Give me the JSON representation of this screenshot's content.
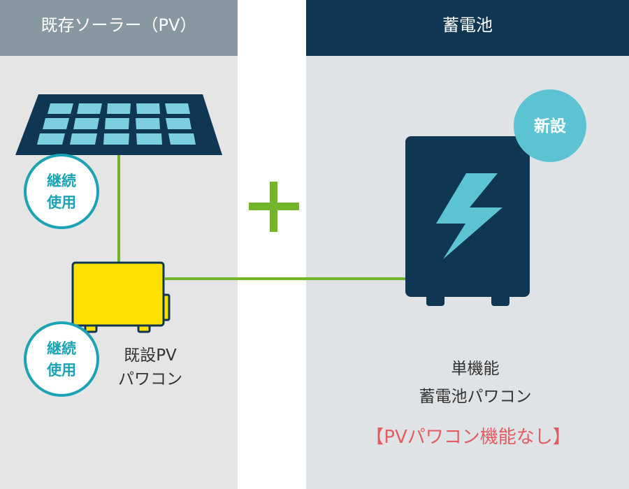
{
  "panels": {
    "left": {
      "title": "既存ソーラー（PV）"
    },
    "right": {
      "title": "蓄電池"
    }
  },
  "badges": {
    "pv_continue": [
      "継続",
      "使用"
    ],
    "pcs_continue": [
      "継続",
      "使用"
    ],
    "battery_new": "新設"
  },
  "labels": {
    "pv_pcs": [
      "既設PV",
      "パワコン"
    ],
    "battery_pcs": [
      "単機能",
      "蓄電池パワコン"
    ],
    "no_pv_function": "【PVパワコン機能なし】"
  },
  "colors": {
    "left_header": "#8798a3",
    "right_header": "#0f3652",
    "left_background": "#e5e5e5",
    "right_background": "#dfe3e6",
    "wire": "#72b52b",
    "badge_ring": "#1aa3b5",
    "new_badge": "#5bc3d2",
    "pcs_box": "#ffe100",
    "battery": "#0f3652",
    "accent_red": "#e25d61"
  },
  "icons": [
    "solar-panel-icon",
    "power-conditioner-icon",
    "battery-icon",
    "lightning-icon",
    "plus-icon"
  ]
}
